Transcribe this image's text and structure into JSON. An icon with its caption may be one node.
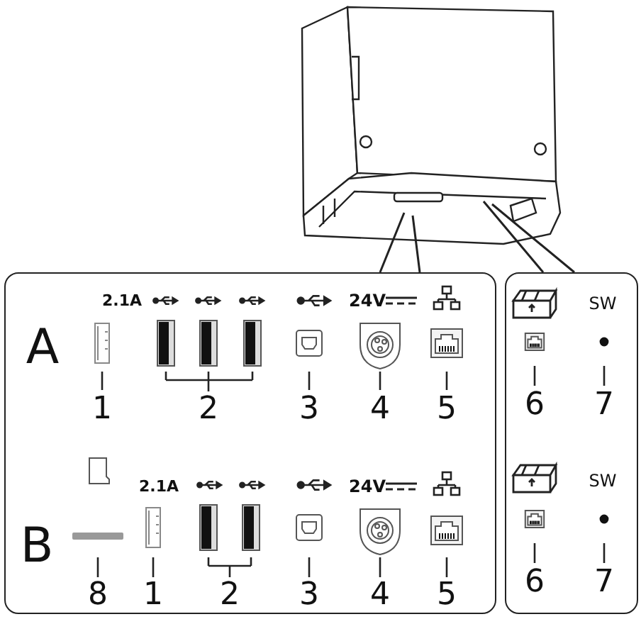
{
  "diagram": {
    "nodes": [
      {
        "text": [],
        "shape": "picture"
      },
      {
        "text": [],
        "shape": "box"
      },
      {
        "text": [],
        "shape": "box"
      }
    ],
    "edges": [
      {
        "from": 1,
        "to": 0,
        "arrow": "none"
      },
      {
        "from": 2,
        "to": 0,
        "arrow": "none"
      }
    ],
    "labels": [
      "A",
      "2.1A",
      "24V",
      "1",
      "2",
      "3",
      "4",
      "5",
      "B",
      "2.1A",
      "24V",
      "8",
      "1",
      "2",
      "3",
      "4",
      "5",
      "SW",
      "6",
      "7",
      "SW",
      "6",
      "7"
    ]
  }
}
